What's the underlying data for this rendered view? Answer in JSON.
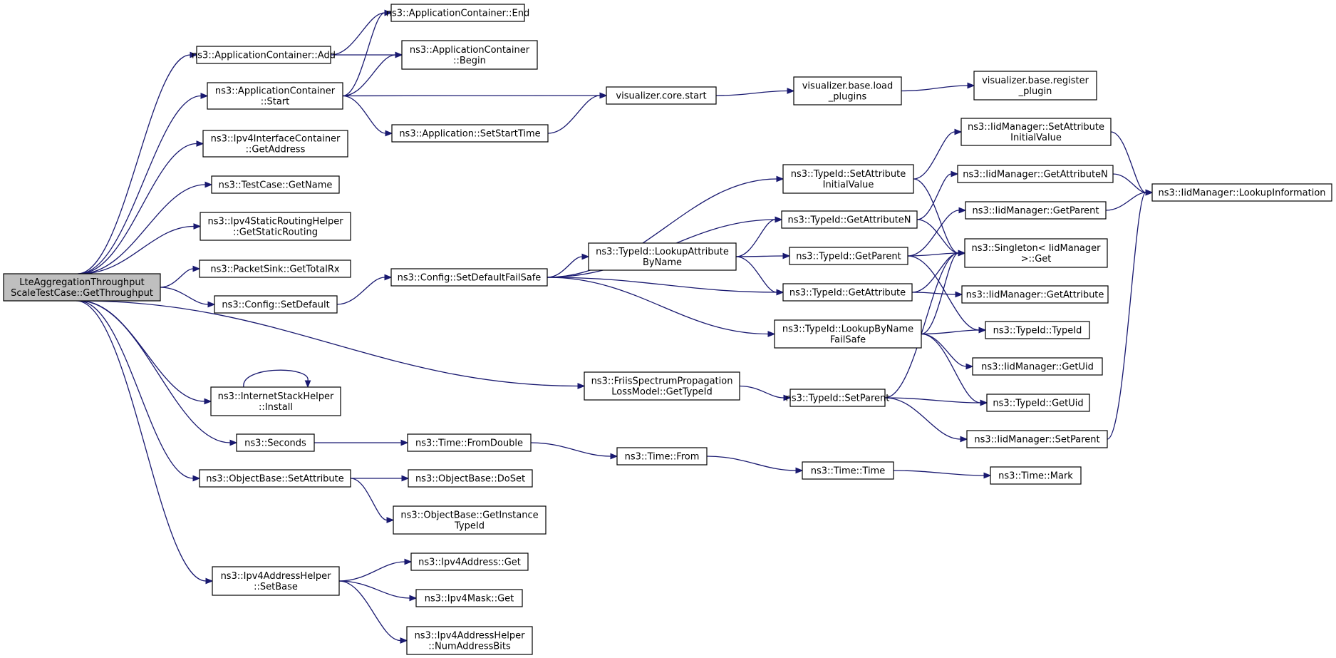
{
  "nodes": [
    {
      "id": "root",
      "lines": [
        "LteAggregationThroughput",
        "ScaleTestCase::GetThroughput"
      ],
      "root": true
    },
    {
      "id": "appAdd",
      "lines": [
        "ns3::ApplicationContainer::Add"
      ]
    },
    {
      "id": "appEnd",
      "lines": [
        "ns3::ApplicationContainer::End"
      ]
    },
    {
      "id": "appBegin",
      "lines": [
        "ns3::ApplicationContainer",
        "::Begin"
      ]
    },
    {
      "id": "appStart",
      "lines": [
        "ns3::ApplicationContainer",
        "::Start"
      ]
    },
    {
      "id": "vizStart",
      "lines": [
        "visualizer.core.start"
      ]
    },
    {
      "id": "vizLoad",
      "lines": [
        "visualizer.base.load",
        "_plugins"
      ]
    },
    {
      "id": "vizReg",
      "lines": [
        "visualizer.base.register",
        "_plugin"
      ]
    },
    {
      "id": "appSetStart",
      "lines": [
        "ns3::Application::SetStartTime"
      ]
    },
    {
      "id": "ipv4IfAddr",
      "lines": [
        "ns3::Ipv4InterfaceContainer",
        "::GetAddress"
      ]
    },
    {
      "id": "testGetName",
      "lines": [
        "ns3::TestCase::GetName"
      ]
    },
    {
      "id": "ipv4Static",
      "lines": [
        "ns3::Ipv4StaticRoutingHelper",
        "::GetStaticRouting"
      ]
    },
    {
      "id": "packetSink",
      "lines": [
        "ns3::PacketSink::GetTotalRx"
      ]
    },
    {
      "id": "cfgSetDefault",
      "lines": [
        "ns3::Config::SetDefault"
      ]
    },
    {
      "id": "cfgSetDefaultFS",
      "lines": [
        "ns3::Config::SetDefaultFailSafe"
      ]
    },
    {
      "id": "tidSetAttrInit",
      "lines": [
        "ns3::TypeId::SetAttribute",
        "InitialValue"
      ]
    },
    {
      "id": "iidSetAttrInit",
      "lines": [
        "ns3::IidManager::SetAttribute",
        "InitialValue"
      ]
    },
    {
      "id": "iidLookupInfo",
      "lines": [
        "ns3::IidManager::LookupInformation"
      ]
    },
    {
      "id": "tidGetAttrN",
      "lines": [
        "ns3::TypeId::GetAttributeN"
      ]
    },
    {
      "id": "iidGetAttrN",
      "lines": [
        "ns3::IidManager::GetAttributeN"
      ]
    },
    {
      "id": "iidGetParent",
      "lines": [
        "ns3::IidManager::GetParent"
      ]
    },
    {
      "id": "tidLookupAttr",
      "lines": [
        "ns3::TypeId::LookupAttribute",
        "ByName"
      ]
    },
    {
      "id": "tidGetParent",
      "lines": [
        "ns3::TypeId::GetParent"
      ]
    },
    {
      "id": "singletonGet",
      "lines": [
        "ns3::Singleton< IidManager",
        " >::Get"
      ]
    },
    {
      "id": "tidGetAttr",
      "lines": [
        "ns3::TypeId::GetAttribute"
      ]
    },
    {
      "id": "iidGetAttr",
      "lines": [
        "ns3::IidManager::GetAttribute"
      ]
    },
    {
      "id": "tidLookupByName",
      "lines": [
        "ns3::TypeId::LookupByName",
        "FailSafe"
      ]
    },
    {
      "id": "tidTypeId",
      "lines": [
        "ns3::TypeId::TypeId"
      ]
    },
    {
      "id": "iidGetUid",
      "lines": [
        "ns3::IidManager::GetUid"
      ]
    },
    {
      "id": "friis",
      "lines": [
        "ns3::FriisSpectrumPropagation",
        "LossModel::GetTypeId"
      ]
    },
    {
      "id": "tidSetParent",
      "lines": [
        "ns3::TypeId::SetParent"
      ]
    },
    {
      "id": "tidGetUid",
      "lines": [
        "ns3::TypeId::GetUid"
      ]
    },
    {
      "id": "iidSetParent",
      "lines": [
        "ns3::IidManager::SetParent"
      ]
    },
    {
      "id": "inetInstall",
      "lines": [
        "ns3::InternetStackHelper",
        "::Install"
      ]
    },
    {
      "id": "seconds",
      "lines": [
        "ns3::Seconds"
      ]
    },
    {
      "id": "timeFromDouble",
      "lines": [
        "ns3::Time::FromDouble"
      ]
    },
    {
      "id": "timeFrom",
      "lines": [
        "ns3::Time::From"
      ]
    },
    {
      "id": "timeTime",
      "lines": [
        "ns3::Time::Time"
      ]
    },
    {
      "id": "timeMark",
      "lines": [
        "ns3::Time::Mark"
      ]
    },
    {
      "id": "objSetAttr",
      "lines": [
        "ns3::ObjectBase::SetAttribute"
      ]
    },
    {
      "id": "objDoSet",
      "lines": [
        "ns3::ObjectBase::DoSet"
      ]
    },
    {
      "id": "objGetInst",
      "lines": [
        "ns3::ObjectBase::GetInstance",
        "TypeId"
      ]
    },
    {
      "id": "ipv4AddrSetBase",
      "lines": [
        "ns3::Ipv4AddressHelper",
        "::SetBase"
      ]
    },
    {
      "id": "ipv4AddrGet",
      "lines": [
        "ns3::Ipv4Address::Get"
      ]
    },
    {
      "id": "ipv4MaskGet",
      "lines": [
        "ns3::Ipv4Mask::Get"
      ]
    },
    {
      "id": "ipv4NumBits",
      "lines": [
        "ns3::Ipv4AddressHelper",
        "::NumAddressBits"
      ]
    }
  ],
  "edges": [
    [
      "root",
      "appAdd"
    ],
    [
      "root",
      "appStart"
    ],
    [
      "root",
      "ipv4IfAddr"
    ],
    [
      "root",
      "testGetName"
    ],
    [
      "root",
      "ipv4Static"
    ],
    [
      "root",
      "packetSink"
    ],
    [
      "root",
      "cfgSetDefault"
    ],
    [
      "root",
      "inetInstall"
    ],
    [
      "root",
      "friis"
    ],
    [
      "root",
      "seconds"
    ],
    [
      "root",
      "objSetAttr"
    ],
    [
      "root",
      "ipv4AddrSetBase"
    ],
    [
      "appAdd",
      "appEnd"
    ],
    [
      "appAdd",
      "appBegin"
    ],
    [
      "appStart",
      "appEnd"
    ],
    [
      "appStart",
      "appBegin"
    ],
    [
      "appStart",
      "vizStart"
    ],
    [
      "appStart",
      "appSetStart"
    ],
    [
      "appSetStart",
      "vizStart"
    ],
    [
      "vizStart",
      "vizLoad"
    ],
    [
      "vizLoad",
      "vizReg"
    ],
    [
      "cfgSetDefault",
      "cfgSetDefaultFS"
    ],
    [
      "cfgSetDefaultFS",
      "tidSetAttrInit"
    ],
    [
      "cfgSetDefaultFS",
      "tidGetAttrN"
    ],
    [
      "cfgSetDefaultFS",
      "tidLookupAttr"
    ],
    [
      "cfgSetDefaultFS",
      "tidGetAttr"
    ],
    [
      "cfgSetDefaultFS",
      "tidLookupByName"
    ],
    [
      "tidSetAttrInit",
      "iidSetAttrInit"
    ],
    [
      "tidSetAttrInit",
      "singletonGet"
    ],
    [
      "iidSetAttrInit",
      "iidLookupInfo"
    ],
    [
      "tidGetAttrN",
      "iidGetAttrN"
    ],
    [
      "tidGetAttrN",
      "singletonGet"
    ],
    [
      "iidGetAttrN",
      "iidLookupInfo"
    ],
    [
      "iidGetParent",
      "iidLookupInfo"
    ],
    [
      "tidLookupAttr",
      "tidGetAttrN"
    ],
    [
      "tidLookupAttr",
      "tidGetParent"
    ],
    [
      "tidLookupAttr",
      "tidGetAttr"
    ],
    [
      "tidGetParent",
      "iidGetParent"
    ],
    [
      "tidGetParent",
      "singletonGet"
    ],
    [
      "tidGetParent",
      "tidTypeId"
    ],
    [
      "tidGetAttr",
      "singletonGet"
    ],
    [
      "tidGetAttr",
      "iidGetAttr"
    ],
    [
      "tidLookupByName",
      "singletonGet"
    ],
    [
      "tidLookupByName",
      "tidTypeId"
    ],
    [
      "tidLookupByName",
      "iidGetUid"
    ],
    [
      "tidLookupByName",
      "tidGetUid"
    ],
    [
      "friis",
      "tidSetParent"
    ],
    [
      "tidSetParent",
      "singletonGet"
    ],
    [
      "tidSetParent",
      "tidGetUid"
    ],
    [
      "tidSetParent",
      "iidSetParent"
    ],
    [
      "iidSetParent",
      "iidLookupInfo"
    ],
    [
      "inetInstall",
      "inetInstall"
    ],
    [
      "seconds",
      "timeFromDouble"
    ],
    [
      "timeFromDouble",
      "timeFrom"
    ],
    [
      "timeFrom",
      "timeTime"
    ],
    [
      "timeTime",
      "timeMark"
    ],
    [
      "objSetAttr",
      "objDoSet"
    ],
    [
      "objSetAttr",
      "objGetInst"
    ],
    [
      "ipv4AddrSetBase",
      "ipv4AddrGet"
    ],
    [
      "ipv4AddrSetBase",
      "ipv4MaskGet"
    ],
    [
      "ipv4AddrSetBase",
      "ipv4NumBits"
    ]
  ]
}
